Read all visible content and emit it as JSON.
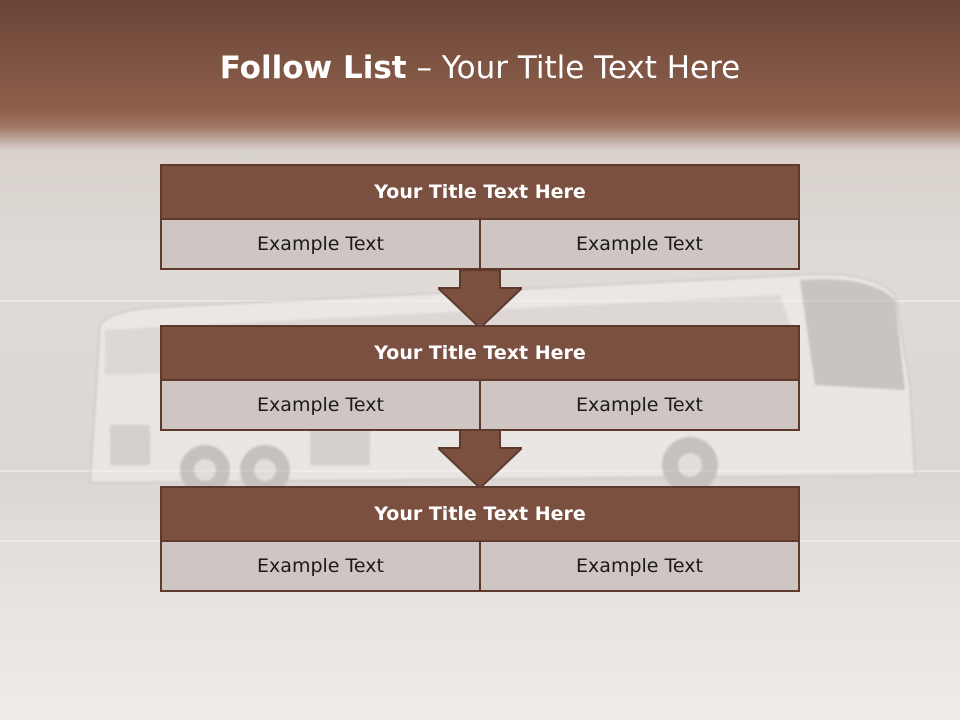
{
  "title": {
    "bold": "Follow List",
    "rest": "– Your Title Text Here"
  },
  "blocks": [
    {
      "title": "Your Title Text Here",
      "left": "Example Text",
      "right": "Example Text"
    },
    {
      "title": "Your Title Text Here",
      "left": "Example Text",
      "right": "Example Text"
    },
    {
      "title": "Your Title Text Here",
      "left": "Example Text",
      "right": "Example Text"
    }
  ],
  "colors": {
    "header_fill": "#7b5040",
    "header_border": "#5e3a2d",
    "cell_fill": "#cfc5c2",
    "top_band": "#8d5f4b"
  }
}
